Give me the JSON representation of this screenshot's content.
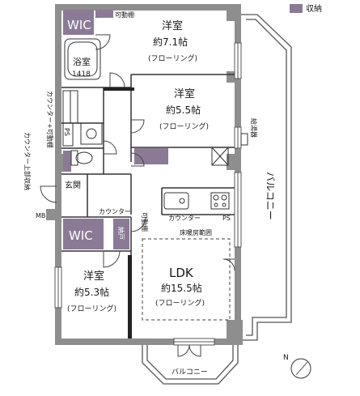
{
  "legend": {
    "label": "収納",
    "swatch_color": "#8b7a96"
  },
  "rooms": {
    "bedroom_north": {
      "name": "洋室",
      "size": "約7.1帖",
      "floor": "(フローリング)"
    },
    "bedroom_middle": {
      "name": "洋室",
      "size": "約5.5帖",
      "floor": "(フローリング)"
    },
    "bedroom_south": {
      "name": "洋室",
      "size": "約5.3帖",
      "floor": "(フローリング)"
    },
    "ldk": {
      "name": "LDK",
      "size": "約15.5帖",
      "floor": "(フローリング)"
    },
    "bath": {
      "name": "浴室",
      "size": "1418"
    },
    "entrance": {
      "name": "玄関"
    }
  },
  "storage": {
    "wic_north": "WIC",
    "wic_south": "WIC",
    "pantry": "納戸",
    "ps_left": "PS",
    "ps_kitchen": "PS",
    "mb": "MB"
  },
  "labels": {
    "movable_shelf_top": "可動棚",
    "counter_movable_shelf": "カウンター+可動棚",
    "counter_upper_storage": "カウンター上部収納",
    "counter_hall": "カウンター",
    "movable_shelf_mid": "可動棚",
    "kitchen_counter": "カウンター",
    "floor_heating": "床暖房範囲",
    "water_heater": "給湯器",
    "balcony_east": "バルコニー",
    "balcony_south": "バルコニー",
    "north": "N"
  },
  "colors": {
    "wall": "#8f8e8e",
    "storage": "#8b7a96",
    "lines": "#333333"
  }
}
